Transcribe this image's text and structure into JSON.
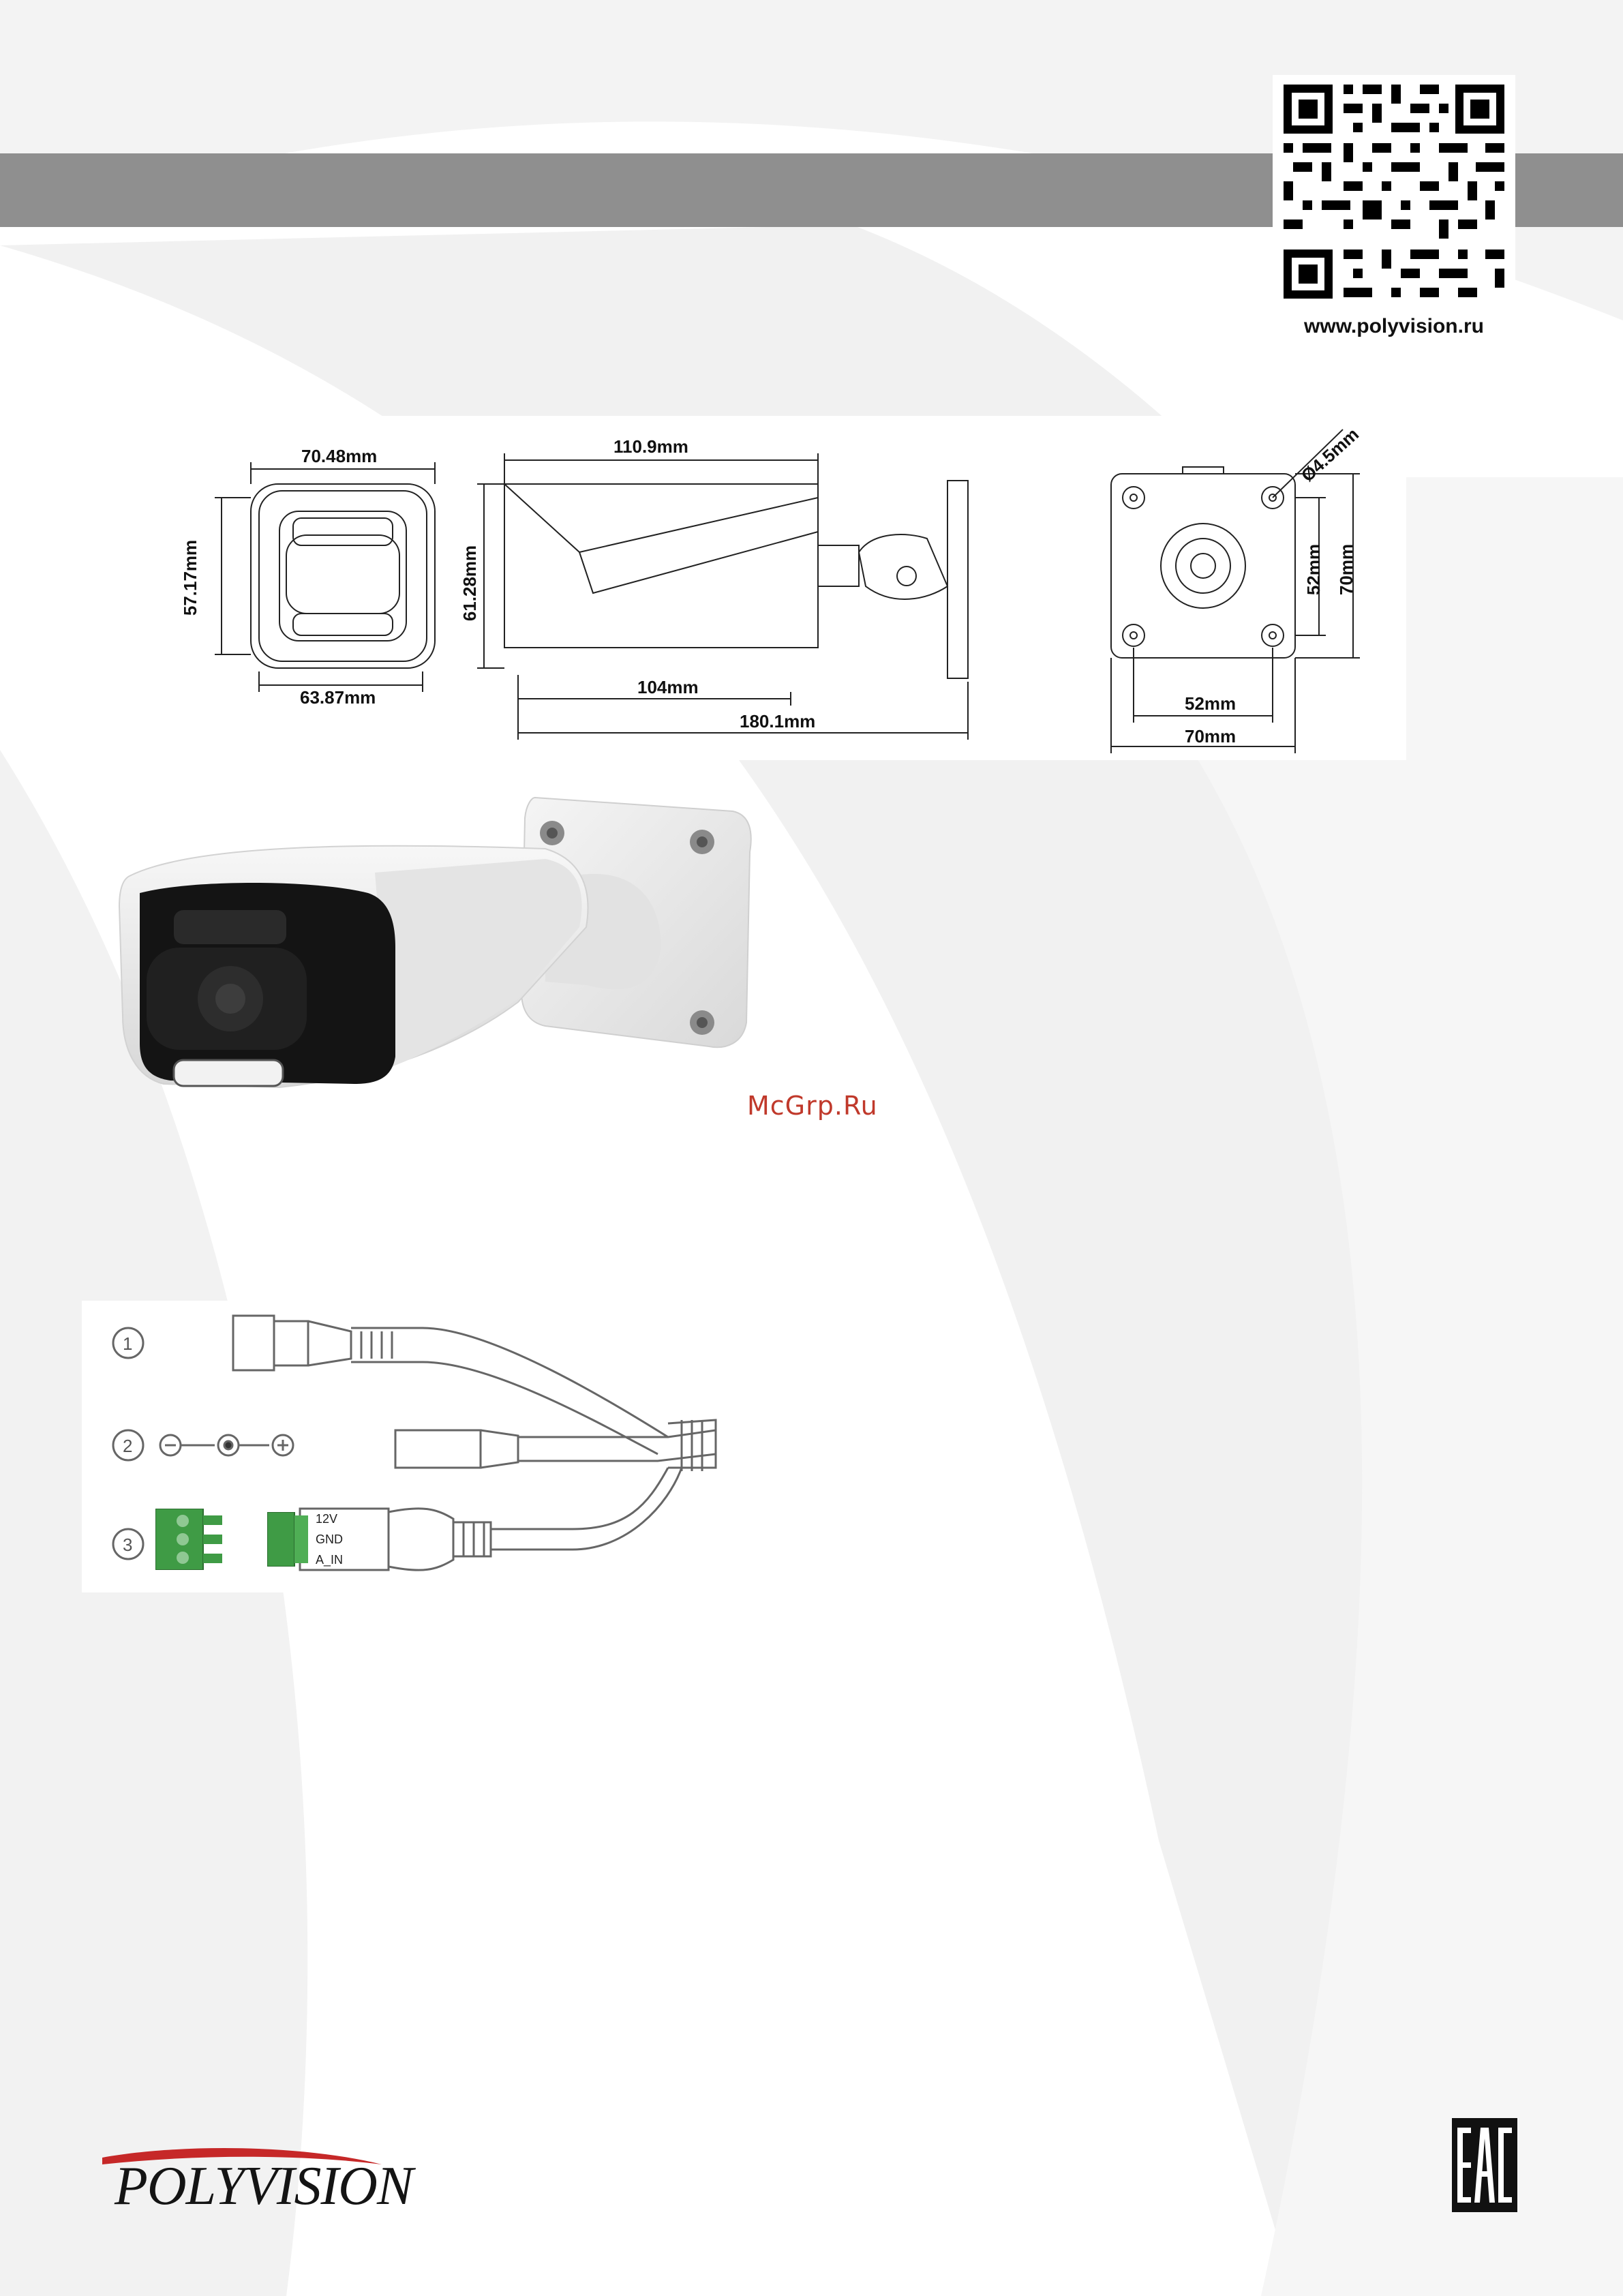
{
  "qr": {
    "url_text": "www.polyvision.ru"
  },
  "dimensions": {
    "front": {
      "width_top": "70.48mm",
      "height": "57.17mm",
      "width_bottom": "63.87mm"
    },
    "side": {
      "top_length": "110.9mm",
      "height": "61.28mm",
      "body_length": "104mm",
      "total_length": "180.1mm"
    },
    "base": {
      "hole_diameter": "Ø4.5mm",
      "hole_spacing_v": "52mm",
      "plate_height": "70mm",
      "hole_spacing_h": "52mm",
      "plate_width": "70mm"
    }
  },
  "watermark": "McGrp.Ru",
  "wiring": {
    "items": [
      {
        "number": "1"
      },
      {
        "number": "2"
      },
      {
        "number": "3"
      }
    ],
    "terminal_labels": [
      "12V",
      "GND",
      "A_IN"
    ]
  },
  "brand": {
    "logo_text": "POLYVISION",
    "cert_mark": "EAC"
  },
  "colors": {
    "header_bar": "#8f8f8f",
    "terminal_green": "#3f9b45",
    "watermark": "#c0392b"
  }
}
